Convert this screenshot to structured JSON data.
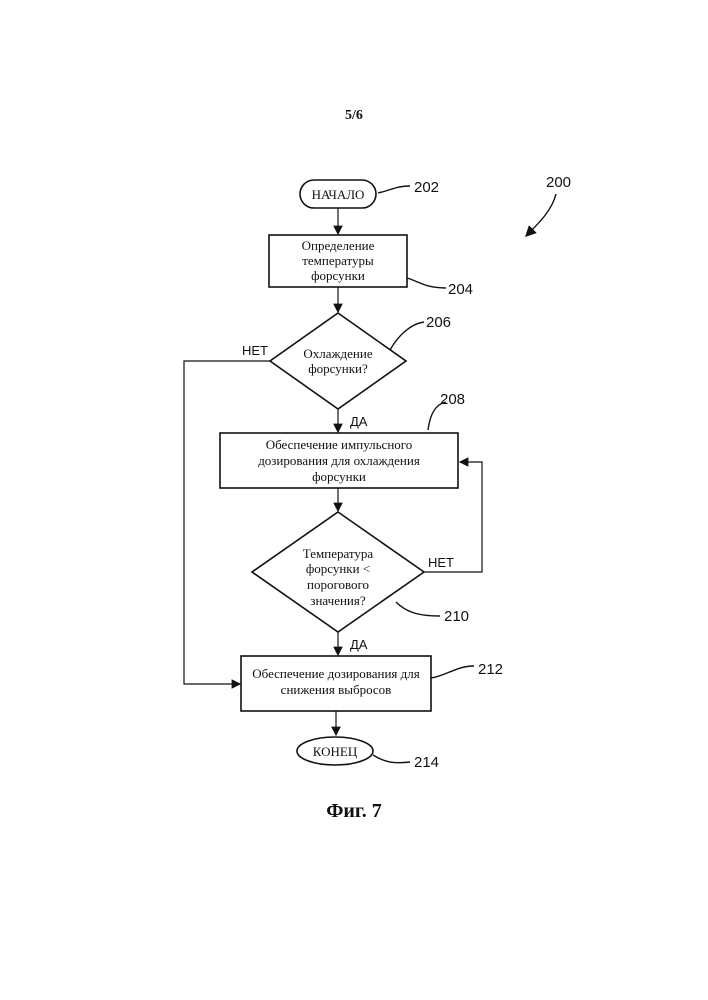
{
  "header": {
    "page_number": "5/6"
  },
  "figure": {
    "caption": "Фиг. 7",
    "ref_main": "200",
    "start": {
      "label": "НАЧАЛО",
      "ref": "202"
    },
    "step_204": {
      "lines": [
        "Определение",
        "температуры",
        "форсунки"
      ],
      "ref": "204"
    },
    "decision_206": {
      "lines": [
        "Охлаждение",
        "форсунки?"
      ],
      "ref": "206",
      "yes": "ДА",
      "no": "НЕТ"
    },
    "step_208": {
      "lines": [
        "Обеспечение импульсного",
        "дозирования для охлаждения",
        "форсунки"
      ],
      "ref": "208"
    },
    "decision_210": {
      "lines": [
        "Температура",
        "форсунки <",
        "порогового",
        "значения?"
      ],
      "ref": "210",
      "yes": "ДА",
      "no": "НЕТ"
    },
    "step_212": {
      "lines": [
        "Обеспечение дозирования для",
        "снижения выбросов"
      ],
      "ref": "212"
    },
    "end": {
      "label": "КОНЕЦ",
      "ref": "214"
    }
  }
}
